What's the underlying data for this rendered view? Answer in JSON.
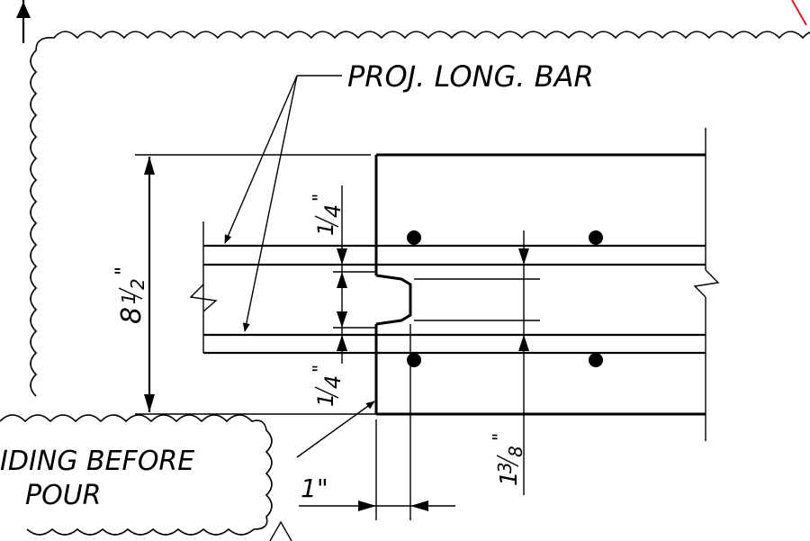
{
  "callouts": {
    "proj_long_bar": "PROJ. LONG. BAR",
    "note_line1": "IDING BEFORE",
    "note_line2": "POUR"
  },
  "dimensions": {
    "overall_depth_whole": "8",
    "overall_depth_frac_num": "1",
    "overall_depth_frac_den": "2",
    "overall_depth_inch": "\"",
    "top_offset_num": "1",
    "top_offset_den": "4",
    "top_offset_inch": "\"",
    "bottom_offset_num": "1",
    "bottom_offset_den": "4",
    "bottom_offset_inch": "\"",
    "gap_whole": "1",
    "gap_frac_num": "3",
    "gap_frac_den": "8",
    "gap_inch": "\"",
    "key_width": "1\""
  },
  "colors": {
    "line": "#000000",
    "accent_red": "#d0202a",
    "background": "#ffffff"
  }
}
